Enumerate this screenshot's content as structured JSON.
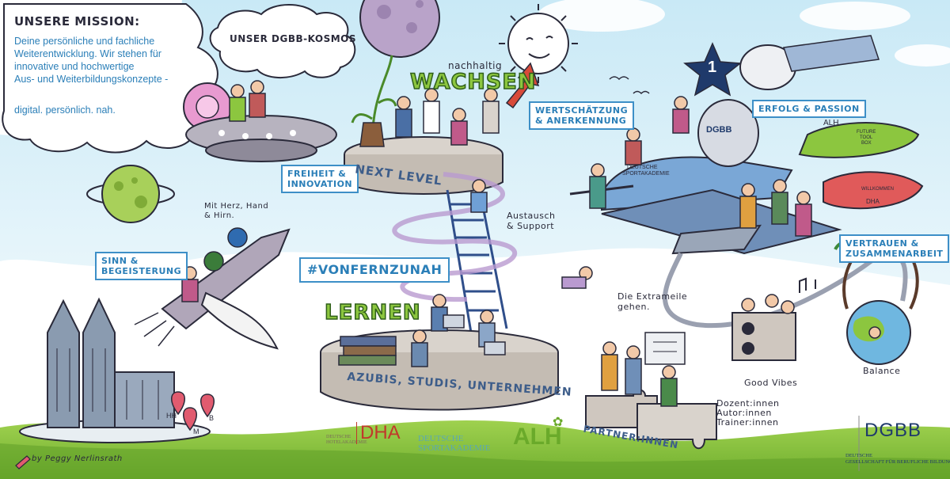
{
  "mission": {
    "heading": "UNSERE MISSION:",
    "line1": "Deine persönliche und fachliche",
    "line2": "Weiterentwicklung. Wir stehen für",
    "line3": "innovative und hochwertige",
    "line4": "Aus- und Weiterbildungskonzepte -",
    "tagline": "digital. persönlich. nah."
  },
  "kosmos_title": "UNSER DGBB-KOSMOS",
  "labels": {
    "freiheit_1": "FREIHEIT &",
    "freiheit_2": "INNOVATION",
    "sinn_1": "SINN &",
    "sinn_2": "BEGEISTERUNG",
    "wertschaetzung_1": "WERTSCHÄTZUNG",
    "wertschaetzung_2": "& ANERKENNUNG",
    "erfolg": "ERFOLG & PASSION",
    "vertrauen_1": "VERTRAUEN &",
    "vertrauen_2": "ZUSAMMENARBEIT",
    "hashtag": "#VONFERNZUNAH"
  },
  "words": {
    "nachhaltig": "nachhaltig",
    "wachsen": "WACHSEN",
    "lernen": "LERNEN",
    "next_level": "NEXT LEVEL",
    "azubis": "AZUBIS, STUDIS, UNTERNEHMEN",
    "partner": "PARTNER:INNEN",
    "herz_1": "Mit Herz, Hand",
    "herz_2": "& Hirn.",
    "austausch_1": "Austausch",
    "austausch_2": "& Support",
    "extrameile_1": "Die Extrameile",
    "extrameile_2": "gehen.",
    "dozent_1": "Dozent:innen",
    "dozent_2": "Autor:innen",
    "dozent_3": "Trainer:innen",
    "good_vibes": "Good Vibes",
    "balance": "Balance",
    "signature": "by Peggy Nerlinsrath",
    "dgbb_badge": "DGBB",
    "star_number": "1",
    "sportakademie_sign_1": "DEUTSCHE",
    "sportakademie_sign_2": "SPORTAKADEMIE",
    "alh_sign": "ALH",
    "future_box_1": "FUTURE",
    "future_box_2": "TOOL",
    "future_box_3": "BOX",
    "willkommen": "WILLKOMMEN",
    "dha_sign": "DHA",
    "pin_hh": "HH",
    "pin_m": "M",
    "pin_b": "B"
  },
  "logos": {
    "dha_name": "DHA",
    "dha_sub_1": "DEUTSCHE",
    "dha_sub_2": "HOTELAKADEMIE",
    "sport_1": "DEUTSCHE",
    "sport_2": "SPORTAKADEMIE",
    "alh": "ALH",
    "dgbb": "DGBB",
    "dgbb_sub_1": "DEUTSCHE",
    "dgbb_sub_2": "GESELLSCHAFT FÜR BERUFLICHE BILDUNG"
  },
  "colors": {
    "sky": "#c8e8f5",
    "grass": "#8cc63f",
    "accent_blue": "#2b7fb8",
    "platform": "#cfc7bf",
    "dha_red": "#c0392b",
    "sport_teal": "#5aa7b5",
    "alh_green": "#6aaa2a",
    "dgbb_navy": "#1f3a6b"
  }
}
